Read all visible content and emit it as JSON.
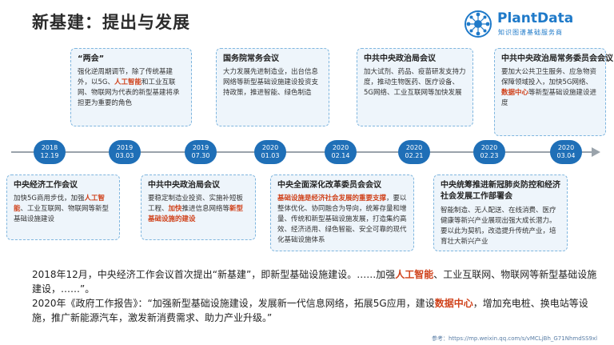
{
  "page_title": "新基建：提出与发展",
  "logo": {
    "name": "PlantData",
    "sub": "知识图谱基础服务商",
    "color": "#1f7ac9"
  },
  "colors": {
    "node": "#1f6fb7",
    "card_bg": "#eef5fb",
    "card_border": "#7fb6df",
    "highlight": "#d0421b"
  },
  "timeline": {
    "nodes": [
      {
        "year": "2018",
        "date": "12.19"
      },
      {
        "year": "2019",
        "date": "03.03"
      },
      {
        "year": "2019",
        "date": "07.30"
      },
      {
        "year": "2020",
        "date": "01.03"
      },
      {
        "year": "2020",
        "date": "02.14"
      },
      {
        "year": "2020",
        "date": "02.21"
      },
      {
        "year": "2020",
        "date": "02.23"
      },
      {
        "year": "2020",
        "date": "03.04"
      }
    ]
  },
  "cards": {
    "c1": {
      "title": "中央经济工作会议",
      "t1": "加快5G商用步伐，加强",
      "h1": "人工智能",
      "t2": "、工业互联网、物联网等新型基础设施建设"
    },
    "c2": {
      "title": "“两会”",
      "t1": "强化逆周期调节，除了传统基建外，以5G、",
      "h1": "人工智能",
      "t2": "和工业互联网、物联网为代表的新型基建将承担更为重要的角色"
    },
    "c3": {
      "title": "中共中央政治局会议",
      "t1": "要稳定制造业投资、实施补短板工程、",
      "h1": "加快",
      "t2": "推进信息网络等",
      "h2": "新型基础设施的建设"
    },
    "c4": {
      "title": "国务院常务会议",
      "t1": "大力发展先进制造业，出台信息网络等新型基础设施建设投资支持政策，推进智能、绿色制造"
    },
    "c5": {
      "title": "中央全面深化改革委员会会议",
      "h1": "基础设施是经济社会发展的重要支撑",
      "t1": "，要以整体优化、协同融合为导向，统筹存量和增量、传统和新型基础设施发展，打造集约高效、经济适用、绿色智能、安全可靠的现代化基础设施体系"
    },
    "c6": {
      "title": "中共中央政治局会议",
      "t1": "加大试剂、药品、疫苗研发支持力度，推动生物医药、医疗设备、5G网络、工业互联网等加快发展"
    },
    "c7": {
      "title": "中央统筹推进新冠肺炎防控和经济社会发展工作部署会",
      "t1": "智能制造、无人配送、在线消费、医疗健康等新兴产业展现出强大成长潜力。要以此为契机，改造提升传统产业，培育壮大新兴产业"
    },
    "c8": {
      "title": "中共中央政治局常务委员会会议",
      "t1": "要加大公共卫生服务、应急物资保障领域投入，加快5G网络、",
      "h1": "数据中心",
      "t2": "等新型基础设施建设进度"
    }
  },
  "summary": {
    "p1a": "2018年12月，中央经济工作会议首次提出“新基建”，即新型基础设施建设。……加强",
    "p1h": "人工智能",
    "p1b": "、工业互联网、物联网等新型基础设施建设，……”。",
    "p2a": "2020年《政府工作报告》：“加强新型基础设施建设，发展新一代信息网络，拓展5G应用，建设",
    "p2h": "数据中心",
    "p2b": "，增加充电桩、换电站等设施，推广新能源汽车，激发新消费需求、助力产业升级。”"
  },
  "reference": "参考：https://mp.weixin.qq.com/s/vMCLjBh_G71NhmdSS9xl"
}
